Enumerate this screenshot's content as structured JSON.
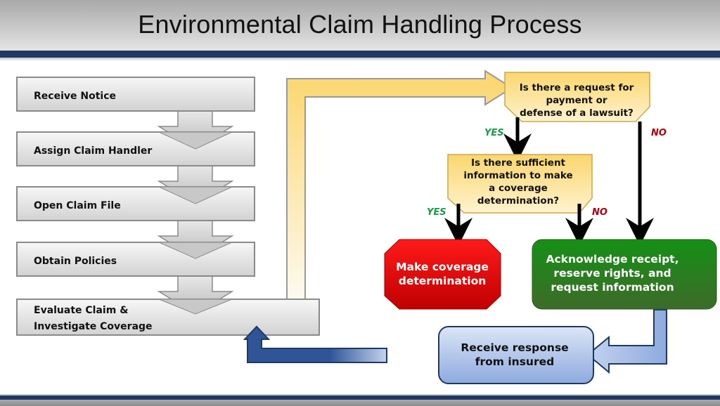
{
  "title": "Environmental Claim Handling Process",
  "steps": [
    {
      "label": "Receive Notice"
    },
    {
      "label": "Assign Claim Handler"
    },
    {
      "label": "Open Claim File"
    },
    {
      "label": "Obtain Policies"
    },
    {
      "label_lines": [
        "Evaluate Claim &",
        "Investigate Coverage"
      ]
    }
  ],
  "decisions": [
    {
      "lines": [
        "Is there a request for",
        "payment or",
        "defense of a lawsuit?"
      ],
      "yes": "YES",
      "no": "NO"
    },
    {
      "lines": [
        "Is there sufficient",
        "information to make",
        "a coverage",
        "determination?"
      ],
      "yes": "YES",
      "no": "NO"
    }
  ],
  "outcomes": {
    "make_determination": {
      "lines": [
        "Make coverage",
        "determination"
      ]
    },
    "acknowledge": {
      "lines": [
        "Acknowledge receipt,",
        "reserve rights, and",
        "request information"
      ]
    },
    "receive_response": {
      "lines": [
        "Receive response",
        "from insured"
      ]
    }
  },
  "colors": {
    "header_bar": "#203864",
    "decision_fill": "#fbd66e",
    "yes": "#1a9a4a",
    "no": "#b00010",
    "red_box": "#e00000",
    "green_box": "#1e7a1e",
    "blue_box": "#a9c0e8",
    "loop_arrow": "#2f5597"
  }
}
